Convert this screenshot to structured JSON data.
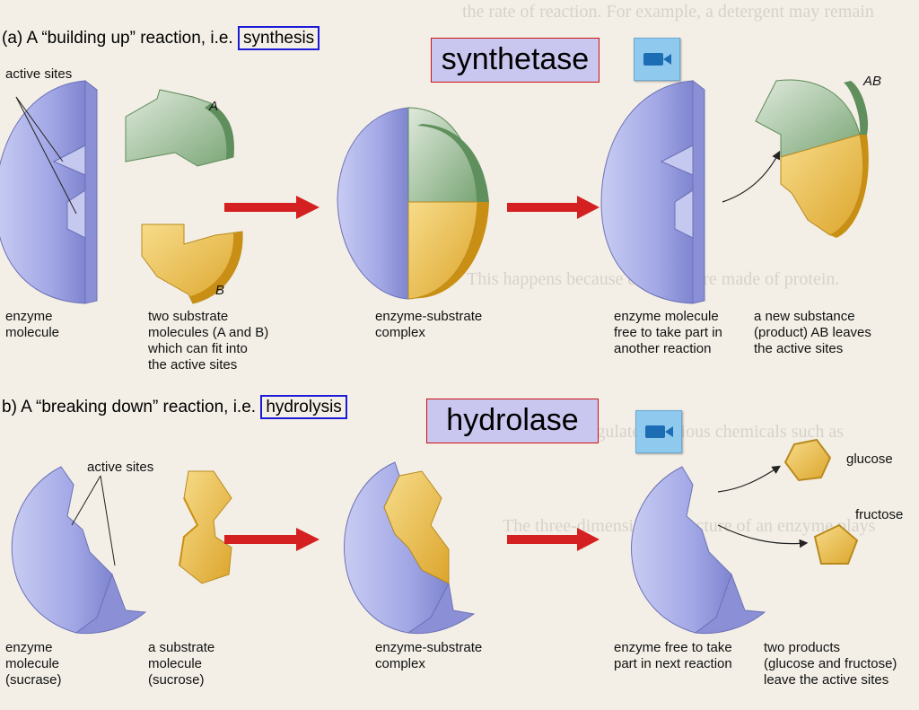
{
  "section_a": {
    "heading_prefix": "(a) A “building up” reaction, i.e.",
    "heading_boxed": "synthesis",
    "label_active_sites": "active sites",
    "label_A": "A",
    "label_B": "B",
    "label_AB": "AB",
    "caption_enzyme": "enzyme\nmolecule",
    "caption_substrates": "two substrate\nmolecules (A and B)\nwhich can fit into\nthe active sites",
    "caption_complex": "enzyme-substrate\ncomplex",
    "caption_free": "enzyme molecule\nfree to take part in\nanother reaction",
    "caption_product": "a new substance\n(product) AB leaves\nthe active sites"
  },
  "title_a": "synthetase",
  "section_b": {
    "heading_prefix": "b) A “breaking down” reaction, i.e.",
    "heading_boxed": "hydrolysis",
    "label_active_sites": "active sites",
    "caption_enzyme": "enzyme\nmolecule\n(sucrase)",
    "caption_substrate": "a substrate\nmolecule\n(sucrose)",
    "caption_complex": "enzyme-substrate\ncomplex",
    "caption_free": "enzyme free to take\npart in next reaction",
    "caption_products": "two products\n(glucose and fructose)\nleave the active sites",
    "label_glucose": "glucose",
    "label_fructose": "fructose"
  },
  "title_b": "hydrolase",
  "icons": {
    "video_a": "video-camera-icon",
    "video_b": "video-camera-icon"
  },
  "colors": {
    "enzyme": "#9a9fe0",
    "substrate_A": "#6f9e6c",
    "substrate_B": "#e2b33a",
    "arrow": "#d42020",
    "title_bg": "#c9c7ef"
  }
}
